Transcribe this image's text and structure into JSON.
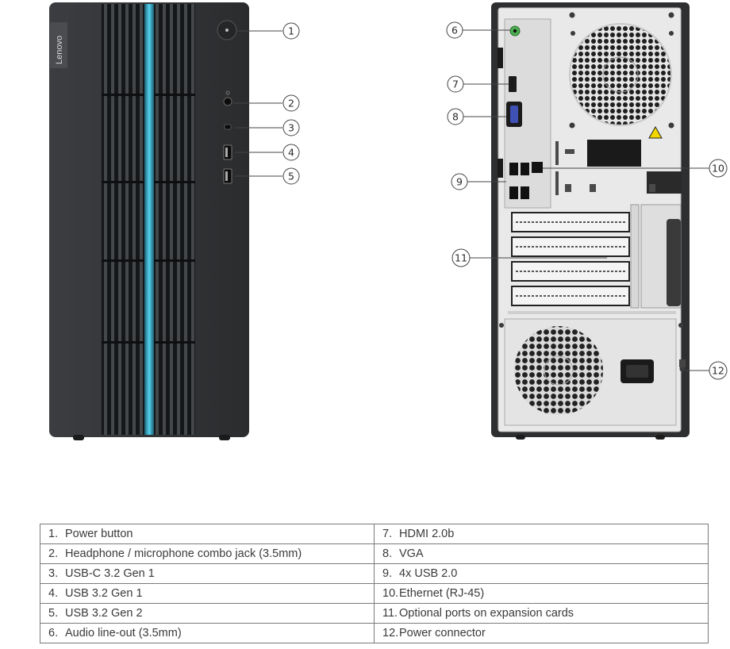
{
  "front": {
    "brand_logo": "Lenovo",
    "callouts": [
      "1",
      "2",
      "3",
      "4",
      "5"
    ]
  },
  "rear": {
    "callouts": [
      "6",
      "7",
      "8",
      "9",
      "10",
      "11",
      "12"
    ]
  },
  "legend": [
    {
      "number": "1.",
      "label": "Power button"
    },
    {
      "number": "2.",
      "label": "Headphone / microphone combo jack (3.5mm)"
    },
    {
      "number": "3.",
      "label": "USB-C 3.2 Gen 1"
    },
    {
      "number": "4.",
      "label": "USB 3.2 Gen 1"
    },
    {
      "number": "5.",
      "label": "USB 3.2 Gen 2"
    },
    {
      "number": "6.",
      "label": "Audio line-out (3.5mm)"
    },
    {
      "number": "7.",
      "label": "HDMI 2.0b"
    },
    {
      "number": "8.",
      "label": "VGA"
    },
    {
      "number": "9.",
      "label": "4x USB 2.0"
    },
    {
      "number": "10.",
      "label": "Ethernet (RJ-45)"
    },
    {
      "number": "11.",
      "label": "Optional ports on expansion cards"
    },
    {
      "number": "12.",
      "label": "Power connector"
    }
  ],
  "colors": {
    "chassis": "#2f3133",
    "accent_light": "#3fb8d8",
    "rear_panel": "#e8e8e8",
    "table_border": "#7a7a7a"
  }
}
